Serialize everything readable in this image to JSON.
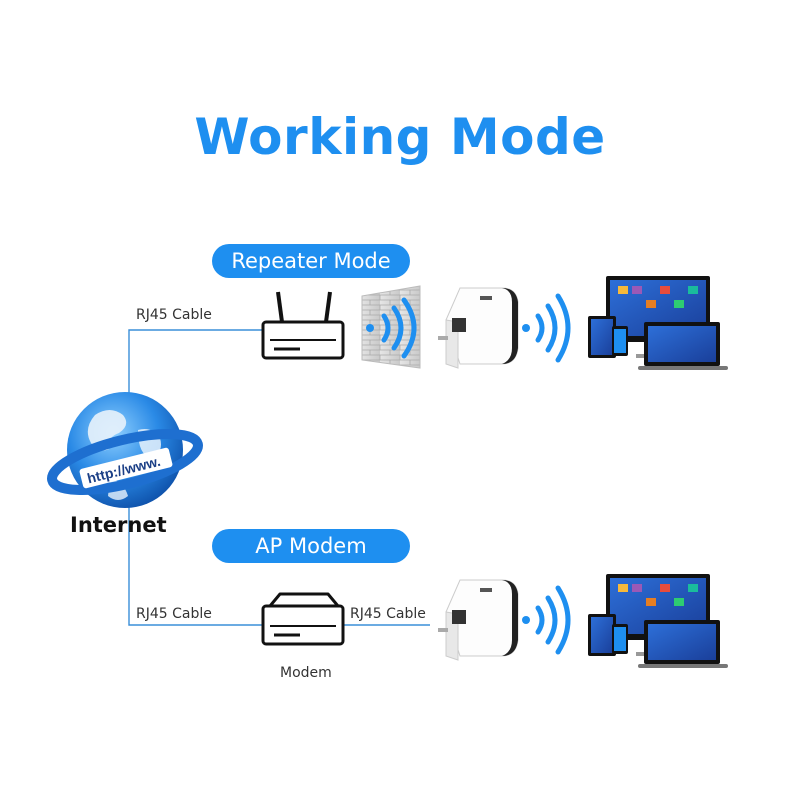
{
  "title": "Working Mode",
  "repeater_mode": {
    "label": "Repeater Mode",
    "cable_label": "RJ45 Cable"
  },
  "ap_mode": {
    "label": "AP Modem",
    "cable_label_left": "RJ45 Cable",
    "cable_label_right": "RJ45 Cable",
    "modem_label": "Modem"
  },
  "globe": {
    "band_text": "http://www.",
    "caption": "Internet"
  },
  "colors": {
    "accent": "#1e8ff0",
    "line": "#3a8fd8",
    "device_dark": "#111111"
  }
}
